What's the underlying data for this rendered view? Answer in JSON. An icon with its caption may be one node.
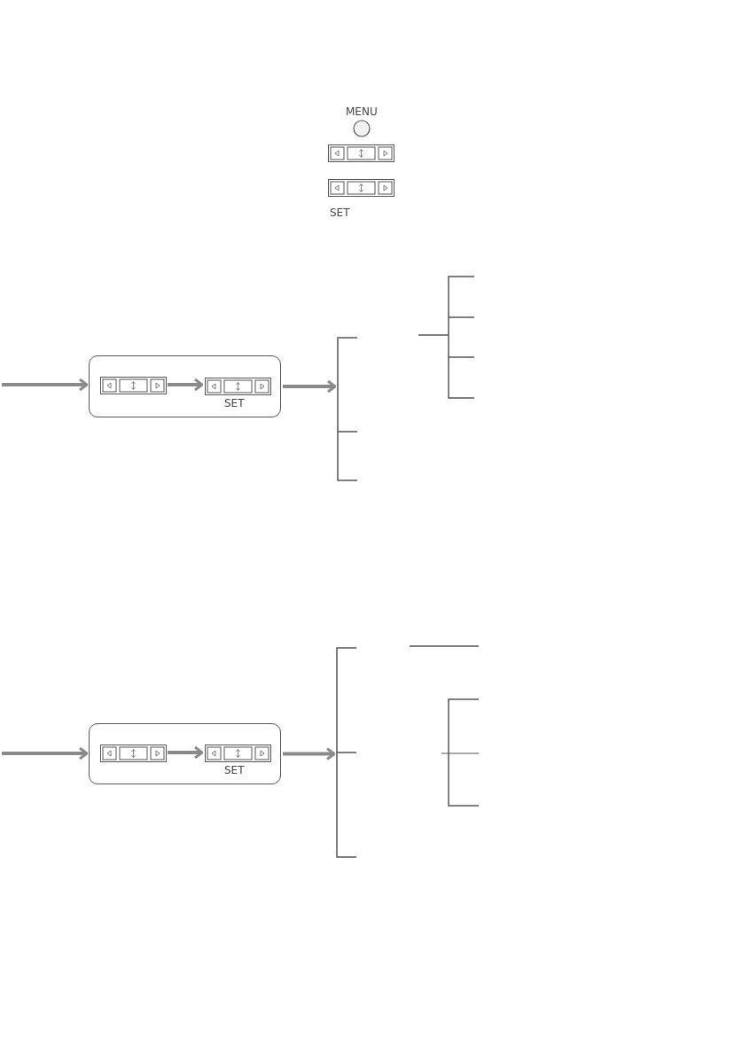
{
  "diagram": {
    "nodes": [
      {
        "text": [],
        "shape": "box"
      },
      {
        "text": [],
        "shape": "picture",
        "in": 0
      },
      {
        "text": [],
        "shape": "picture",
        "in": 0,
        "beside": [
          "SET"
        ]
      },
      {
        "text": [],
        "shape": "box"
      },
      {
        "text": [],
        "shape": "picture",
        "in": 3
      },
      {
        "text": [],
        "shape": "picture",
        "in": 3,
        "beside": [
          "SET"
        ]
      },
      {
        "text": [],
        "shape": "bracket"
      },
      {
        "text": [],
        "shape": "bracket"
      }
    ],
    "edges": [
      {
        "from": null,
        "to": 0,
        "arrow": "to"
      },
      {
        "from": 1,
        "to": 2,
        "arrow": "to"
      },
      {
        "from": 0,
        "to": 6,
        "arrow": "to"
      },
      {
        "from": null,
        "to": 3,
        "arrow": "to"
      },
      {
        "from": 4,
        "to": 5,
        "arrow": "to"
      },
      {
        "from": 3,
        "to": 7,
        "arrow": "to"
      }
    ],
    "labels": [
      "MENU",
      "SET"
    ]
  }
}
